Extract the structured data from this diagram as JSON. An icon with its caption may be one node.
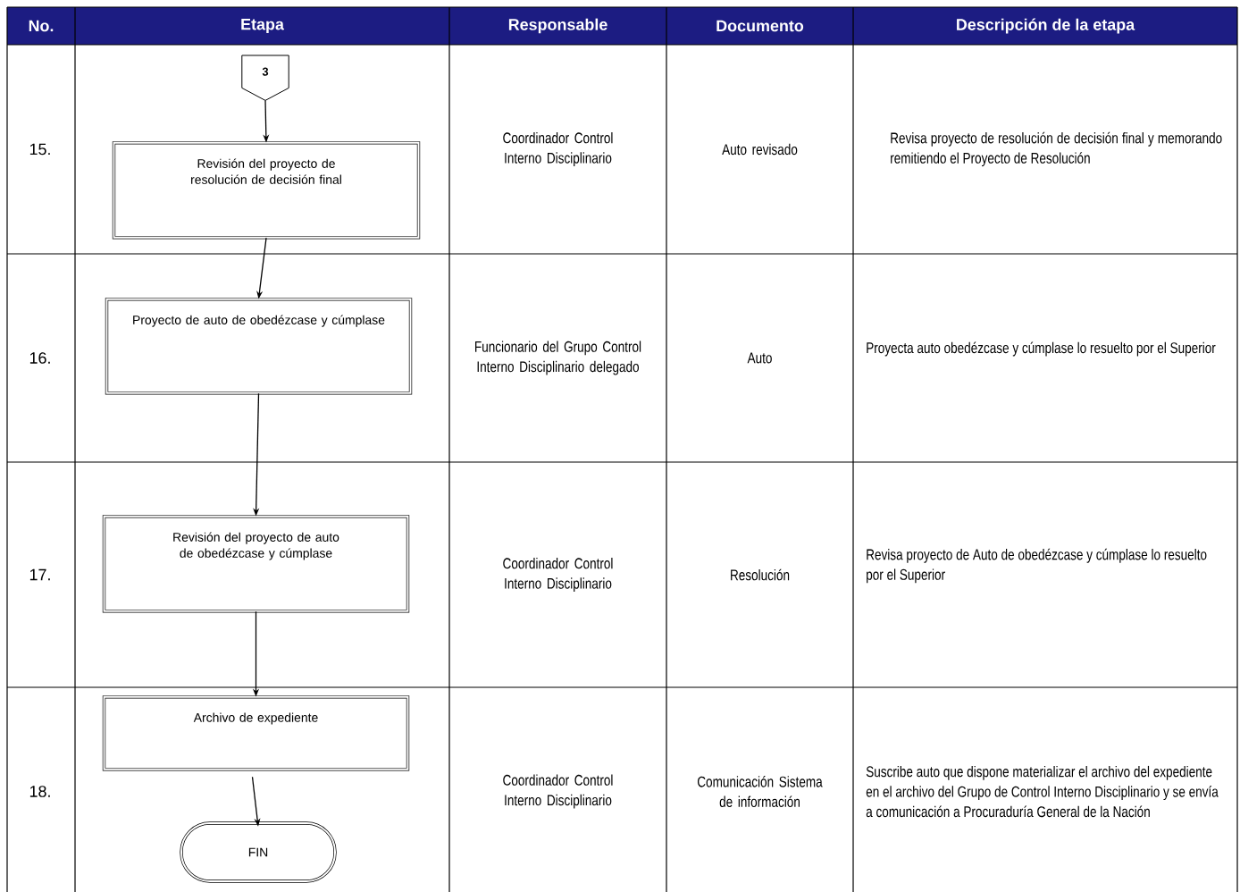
{
  "diagram": {
    "nodes": [
      {
        "text": [
          "3"
        ]
      },
      {
        "text": [
          "Revisión del proyecto de resolución de decisión final"
        ]
      },
      {
        "text": [
          "Proyecto de auto de obedézcase y cúmplase"
        ]
      },
      {
        "text": [
          "Revisión del proyecto de auto de obedézcase y cúmplase"
        ]
      },
      {
        "text": [
          "Archivo de expediente"
        ]
      },
      {
        "text": [
          "FIN"
        ]
      }
    ],
    "edges": [
      {
        "from": 0,
        "to": 1,
        "arrow": "to"
      },
      {
        "from": 1,
        "to": 2,
        "arrow": "to"
      },
      {
        "from": 2,
        "to": 3,
        "arrow": "to"
      },
      {
        "from": 3,
        "to": 4,
        "arrow": "to"
      },
      {
        "from": 4,
        "to": 5,
        "arrow": "to"
      }
    ],
    "labels": [
      "No.",
      "Etapa",
      "Responsable",
      "Documento",
      "Descripción de la etapa",
      "15.",
      "Coordinador Control Interno Disciplinario",
      "Auto revisado",
      "Revisa proyecto de resolución de decisión final y memorando remitiendo el Proyecto de Resolución",
      "16.",
      "Funcionario del Grupo Control Interno Disciplinario delegado",
      "Auto",
      "Proyecta auto obedézcase y cúmplase lo resuelto por el Superior",
      "17.",
      "Coordinador Control Interno Disciplinario",
      "Resolución",
      "Revisa proyecto de Auto de obedézcase y cúmplase lo resuelto por el Superior",
      "18.",
      "Coordinador Control Interno Disciplinario",
      "Comunicación Sistema de información",
      "Suscribe auto que dispone materializar el archivo del expediente en el archivo del Grupo de Control Interno Disciplinario y se envía a comunicación a Procuraduría General de la Nación"
    ]
  }
}
